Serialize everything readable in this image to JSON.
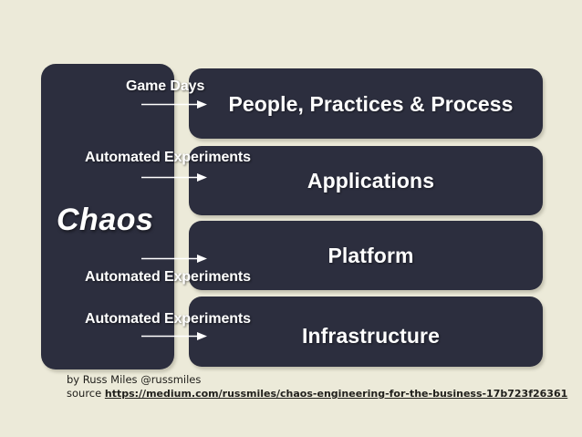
{
  "slide": {
    "background_color": "#ecead9",
    "panel_color": "#2c2e3e",
    "text_color": "#ffffff",
    "chaos_label": "Chaos",
    "layers": [
      {
        "title": "People, Practices & Process"
      },
      {
        "title": "Applications"
      },
      {
        "title": "Platform"
      },
      {
        "title": "Infrastructure"
      }
    ],
    "flows": [
      {
        "label": "Game Days",
        "arrow": "arrow-right-icon"
      },
      {
        "label": "Automated Experiments",
        "arrow": "arrow-right-icon"
      },
      {
        "label": "Automated Experiments",
        "arrow": "arrow-right-icon"
      },
      {
        "label": "Automated Experiments",
        "arrow": "arrow-right-icon"
      }
    ]
  },
  "caption": {
    "byline": "by Russ Miles  @russmiles",
    "source_prefix": "source ",
    "source_url": "https://medium.com/russmiles/chaos-engineering-for-the-business-17b723f26361"
  }
}
